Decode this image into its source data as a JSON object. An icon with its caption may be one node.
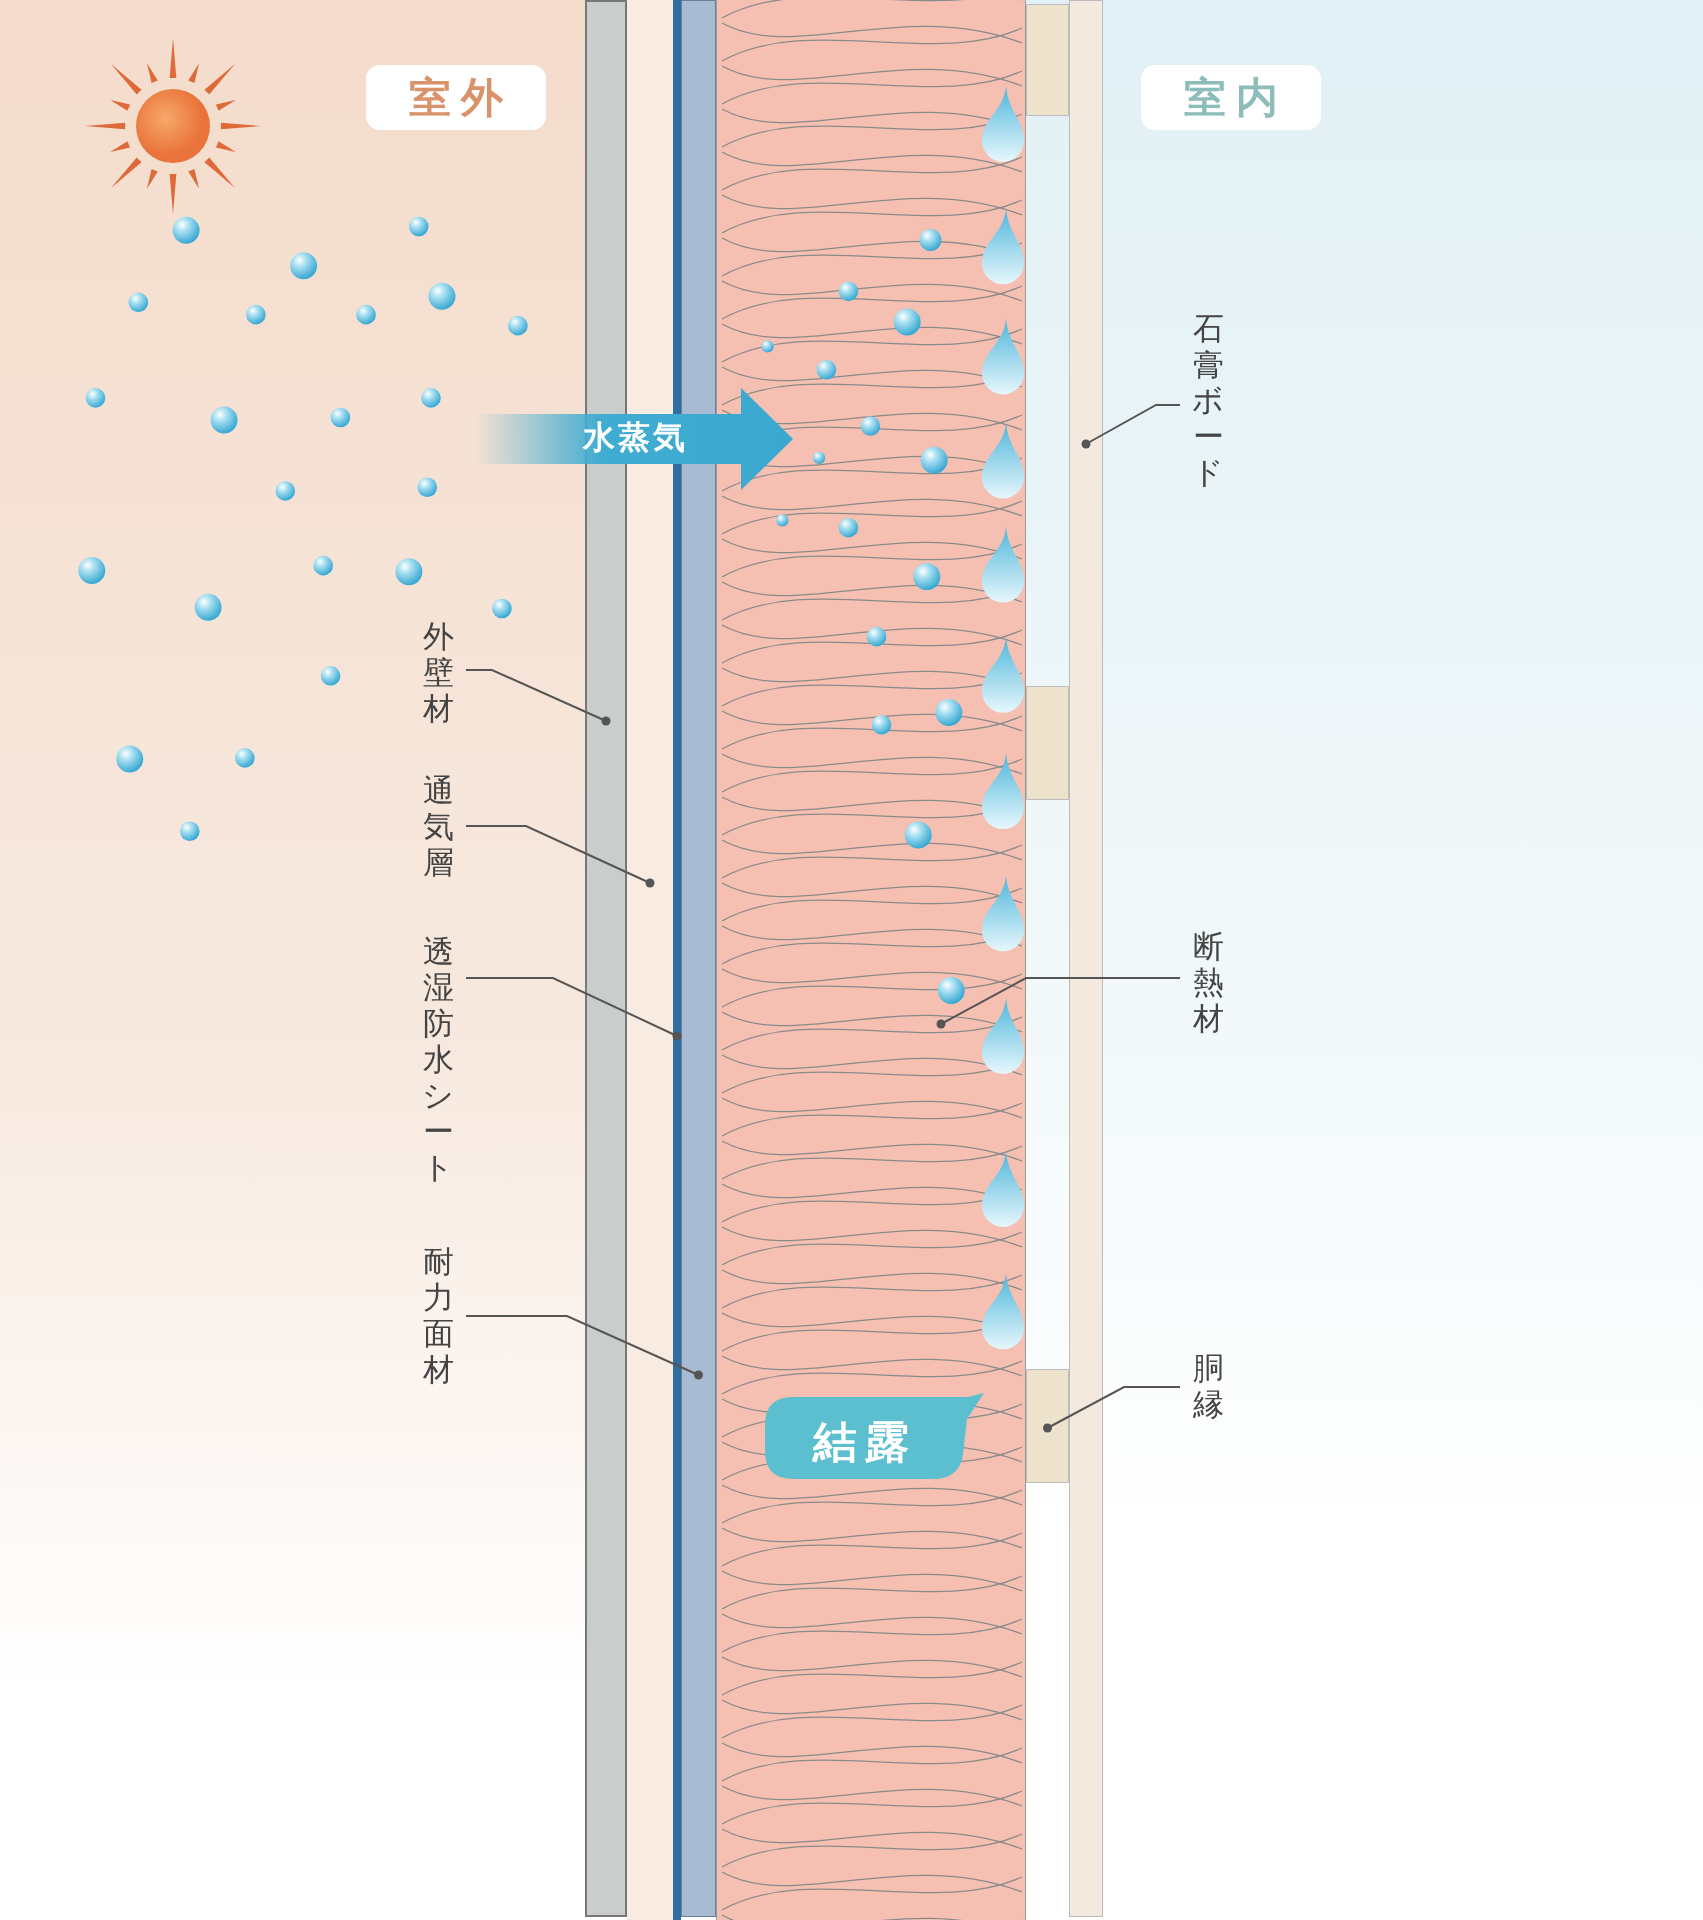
{
  "diagram": {
    "nodes": [
      {
        "text": [
          "室外"
        ]
      },
      {
        "text": [
          "室内"
        ]
      },
      {
        "text": [
          "外壁材"
        ]
      },
      {
        "text": [
          "通気層"
        ]
      },
      {
        "text": [
          "透湿防水シート"
        ]
      },
      {
        "text": [
          "耐力面材"
        ]
      },
      {
        "text": [
          "石膏ボード"
        ]
      },
      {
        "text": [
          "断熱材"
        ]
      },
      {
        "text": [
          "胴縁"
        ]
      },
      {
        "text": [
          "水蒸気"
        ]
      },
      {
        "text": [
          "結露"
        ],
        "in": 15
      },
      {
        "text": [],
        "shape": "bar"
      },
      {
        "text": [],
        "shape": "bar"
      },
      {
        "text": [],
        "shape": "bar"
      },
      {
        "text": [],
        "shape": "bar"
      },
      {
        "text": [],
        "shape": "box"
      },
      {
        "text": [],
        "shape": "bar"
      },
      {
        "text": [],
        "shape": "box"
      },
      {
        "text": [],
        "shape": "box"
      },
      {
        "text": [],
        "shape": "box"
      }
    ],
    "edges": [
      {
        "from": 2,
        "to": 11,
        "arrow": "other"
      },
      {
        "from": 3,
        "to": 12,
        "arrow": "other"
      },
      {
        "from": 4,
        "to": 13,
        "arrow": "other"
      },
      {
        "from": 5,
        "to": 14,
        "arrow": "other"
      },
      {
        "from": 6,
        "to": 16,
        "arrow": "other"
      },
      {
        "from": 7,
        "to": 15,
        "arrow": "other"
      },
      {
        "from": 8,
        "to": 19,
        "arrow": "other"
      }
    ]
  }
}
